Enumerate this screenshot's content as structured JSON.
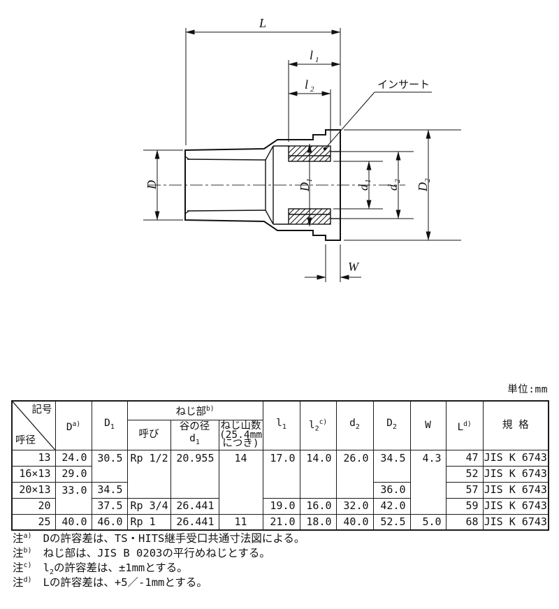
{
  "unit_label": "単位:mm",
  "drawing": {
    "labels": {
      "L": "L",
      "l1_main": "l",
      "l1_sub": "1",
      "l2_main": "l",
      "l2_sub": "2",
      "insert": "インサート",
      "D": "D",
      "D1_main": "D",
      "D1_sub": "1",
      "d1_main": "d",
      "d1_sub": "1",
      "d2_main": "d",
      "d2_sub": "2",
      "D2_main": "D",
      "D2_sub": "2",
      "W": "W"
    }
  },
  "table": {
    "header": {
      "corner_top": "記号",
      "corner_bottom": "呼径",
      "D_main": "D",
      "D_sup": "a)",
      "D1_main": "D",
      "D1_sub": "1",
      "thread_group": "ねじ部",
      "thread_group_sup": "b)",
      "thread_name": "呼び",
      "valley_line1": "谷の径",
      "valley_main": "d",
      "valley_sub": "1",
      "crest_line1": "ねじ山数",
      "crest_line2": "(25.4mm",
      "crest_line3": "につき)",
      "l1_main": "l",
      "l1_sub": "1",
      "l2_main": "l",
      "l2_sub": "2",
      "l2_sup": "c)",
      "d2_main": "d",
      "d2_sub": "2",
      "D2_main": "D",
      "D2_sub": "2",
      "W": "W",
      "L_main": "L",
      "L_sup": "d)",
      "spec": "規 格"
    },
    "rows": [
      {
        "size": "13",
        "D": "24.0",
        "D1": "30.5",
        "thread": "Rp 1/2",
        "valley": "20.955",
        "crest": "14",
        "l1": "17.0",
        "l2": "14.0",
        "d2": "26.0",
        "D2": "34.5",
        "W": "4.3",
        "L": "47",
        "spec": "JIS K 6743"
      },
      {
        "size": "16×13",
        "D": "29.0",
        "L": "52",
        "spec": "JIS K 6743"
      },
      {
        "size": "20×13",
        "D": "33.0",
        "D1": "34.5",
        "D2": "36.0",
        "L": "57",
        "spec": "JIS K 6743"
      },
      {
        "size": "20",
        "D1": "37.5",
        "thread": "Rp 3/4",
        "valley": "26.441",
        "l1": "19.0",
        "l2": "16.0",
        "d2": "32.0",
        "D2": "42.0",
        "L": "59",
        "spec": "JIS K 6743"
      },
      {
        "size": "25",
        "D": "40.0",
        "D1": "46.0",
        "thread": "Rp 1",
        "valley": "26.441",
        "crest": "11",
        "l1": "21.0",
        "l2": "18.0",
        "d2": "40.0",
        "D2": "52.5",
        "W": "5.0",
        "L": "68",
        "spec": "JIS K 6743"
      }
    ]
  },
  "notes": [
    {
      "label": "注",
      "sup": "a)",
      "pre": "Dの許容差は、TS・HITS継手受口共通寸法図による。",
      "sub": "",
      "post": ""
    },
    {
      "label": "注",
      "sup": "b)",
      "pre": "ねじ部は、JIS B 0203の平行めねじとする。",
      "sub": "",
      "post": ""
    },
    {
      "label": "注",
      "sup": "c)",
      "pre": "l",
      "sub": "2",
      "post": "の許容差は、±1mmとする。"
    },
    {
      "label": "注",
      "sup": "d)",
      "pre": "Lの許容差は、+5／-1mmとする。",
      "sub": "",
      "post": ""
    }
  ]
}
